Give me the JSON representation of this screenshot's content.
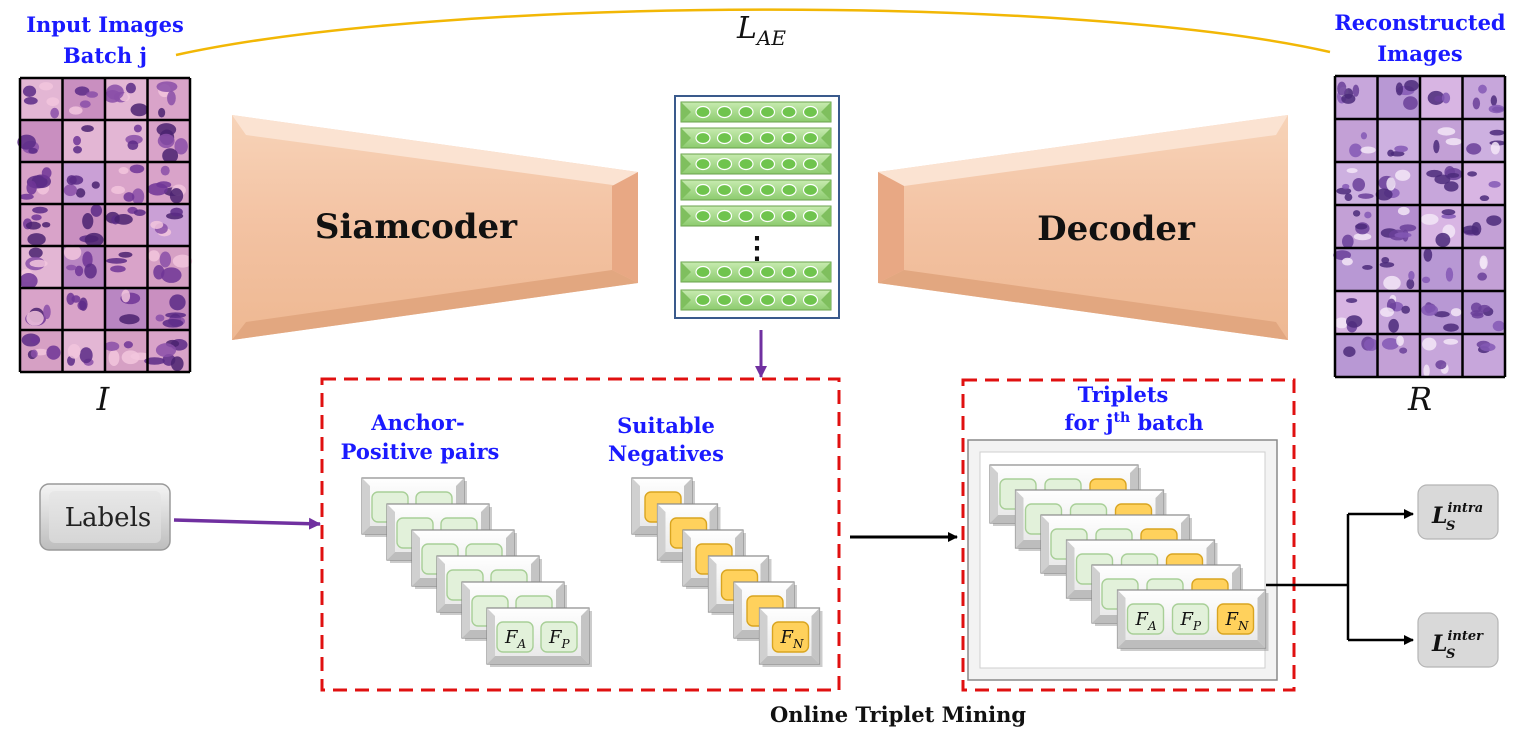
{
  "input": {
    "title_line1": "Input Images",
    "title_line2": "Batch j",
    "symbol": "I"
  },
  "output": {
    "title_line1": "Reconstructed",
    "title_line2": "Images",
    "symbol": "R"
  },
  "loss_ae": {
    "main": "L",
    "sub": "AE"
  },
  "encoder": {
    "label": "Siamcoder"
  },
  "decoder": {
    "label": "Decoder"
  },
  "latent": {
    "ellipsis": "⋮"
  },
  "labels_box": {
    "label": "Labels"
  },
  "mining": {
    "caption": "Online Triplet Mining",
    "anchor_line1": "Anchor-",
    "anchor_line2": "Positive pairs",
    "neg_line1": "Suitable",
    "neg_line2": "Negatives",
    "fa_main": "F",
    "fa_sub": "A",
    "fp_main": "F",
    "fp_sub": "P",
    "fn_main": "F",
    "fn_sub": "N"
  },
  "triplets": {
    "title_line1": "Triplets",
    "title_pre": "for j",
    "title_sup": "th",
    "title_post": " batch",
    "fa_main": "F",
    "fa_sub": "A",
    "fp_main": "F",
    "fp_sub": "P",
    "fn_main": "F",
    "fn_sub": "N"
  },
  "losses": {
    "intra": {
      "main": "L",
      "sub": "S",
      "sup": "intra"
    },
    "inter": {
      "main": "L",
      "sub": "S",
      "sup": "inter"
    }
  },
  "colors": {
    "title_blue": "#1a1aff",
    "dash_red": "#e01010",
    "arrow_purple": "#7030a0",
    "arc_gold": "#f2b705",
    "funnel": "#f5c8a8",
    "latent_green": "#a6d98a",
    "neg_yellow": "#ffd15c"
  }
}
